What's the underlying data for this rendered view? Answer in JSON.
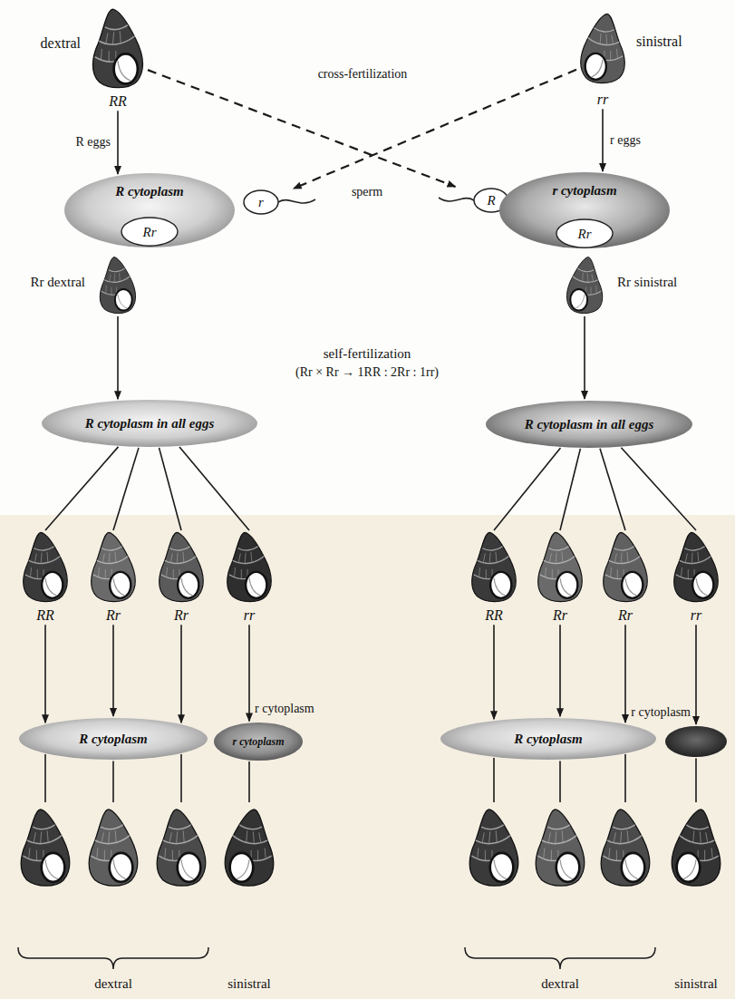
{
  "diagram": {
    "nodes": [
      {
        "text": [
          "dextral",
          "RR"
        ]
      },
      {
        "text": [
          "sinistral",
          "rr"
        ]
      },
      {
        "text": [
          "R cytoplasm"
        ]
      },
      {
        "text": [
          "Rr"
        ],
        "in": 2
      },
      {
        "text": [
          "r"
        ]
      },
      {
        "text": [
          "R"
        ]
      },
      {
        "text": [
          "r cytoplasm"
        ]
      },
      {
        "text": [
          "Rr"
        ],
        "in": 6
      },
      {
        "text": [
          "Rr dextral"
        ]
      },
      {
        "text": [
          "Rr sinistral"
        ]
      },
      {
        "text": [
          "R cytoplasm in all eggs"
        ]
      },
      {
        "text": [
          "R cytoplasm in all eggs"
        ]
      },
      {
        "text": [
          "RR"
        ]
      },
      {
        "text": [
          "Rr"
        ]
      },
      {
        "text": [
          "Rr"
        ]
      },
      {
        "text": [
          "rr"
        ]
      },
      {
        "text": [
          "RR"
        ]
      },
      {
        "text": [
          "Rr"
        ]
      },
      {
        "text": [
          "Rr"
        ]
      },
      {
        "text": [
          "rr"
        ]
      },
      {
        "text": [
          "R cytoplasm"
        ]
      },
      {
        "text": [
          "r cytoplasm",
          "r cytoplasm"
        ]
      },
      {
        "text": [
          "R cytoplasm"
        ]
      },
      {
        "text": [
          "r cytoplasm"
        ]
      }
    ],
    "edges": [
      {
        "from": 0,
        "to": 2,
        "arrow": "to",
        "label": "R eggs"
      },
      {
        "from": 1,
        "to": 6,
        "arrow": "to",
        "label": "r eggs"
      },
      {
        "from": 0,
        "to": 5,
        "arrow": "to"
      },
      {
        "from": 1,
        "to": 4,
        "arrow": "to"
      },
      {
        "from": 8,
        "to": 10,
        "arrow": "to"
      },
      {
        "from": 9,
        "to": 11,
        "arrow": "to"
      },
      {
        "from": 10,
        "to": 12,
        "arrow": "none"
      },
      {
        "from": 10,
        "to": 13,
        "arrow": "none"
      },
      {
        "from": 10,
        "to": 14,
        "arrow": "none"
      },
      {
        "from": 10,
        "to": 15,
        "arrow": "none"
      },
      {
        "from": 11,
        "to": 16,
        "arrow": "none"
      },
      {
        "from": 11,
        "to": 17,
        "arrow": "none"
      },
      {
        "from": 11,
        "to": 18,
        "arrow": "none"
      },
      {
        "from": 11,
        "to": 19,
        "arrow": "none"
      },
      {
        "from": 12,
        "to": 20,
        "arrow": "to"
      },
      {
        "from": 13,
        "to": 20,
        "arrow": "to"
      },
      {
        "from": 14,
        "to": 20,
        "arrow": "to"
      },
      {
        "from": 15,
        "to": 21,
        "arrow": "to"
      },
      {
        "from": 16,
        "to": 22,
        "arrow": "to"
      },
      {
        "from": 17,
        "to": 22,
        "arrow": "to"
      },
      {
        "from": 18,
        "to": 22,
        "arrow": "to"
      },
      {
        "from": 19,
        "to": 23,
        "arrow": "to"
      }
    ],
    "labels": [
      "cross-fertilization",
      "sperm",
      "self-fertilization",
      "(Rr × Rr → 1RR : 2Rr : 1rr)",
      "dextral",
      "sinistral",
      "dextral",
      "sinistral"
    ]
  }
}
